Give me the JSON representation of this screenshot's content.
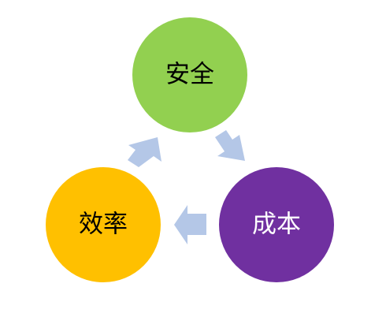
{
  "diagram": {
    "nodes": [
      {
        "id": "safety",
        "label": "安全",
        "color": "#92d050",
        "text_color": "#000000"
      },
      {
        "id": "cost",
        "label": "成本",
        "color": "#7030a0",
        "text_color": "#ffffff"
      },
      {
        "id": "efficiency",
        "label": "效率",
        "color": "#ffc000",
        "text_color": "#000000"
      }
    ],
    "flow": [
      "safety",
      "cost",
      "efficiency",
      "safety"
    ],
    "arrow_color": "#b4c7e7"
  }
}
